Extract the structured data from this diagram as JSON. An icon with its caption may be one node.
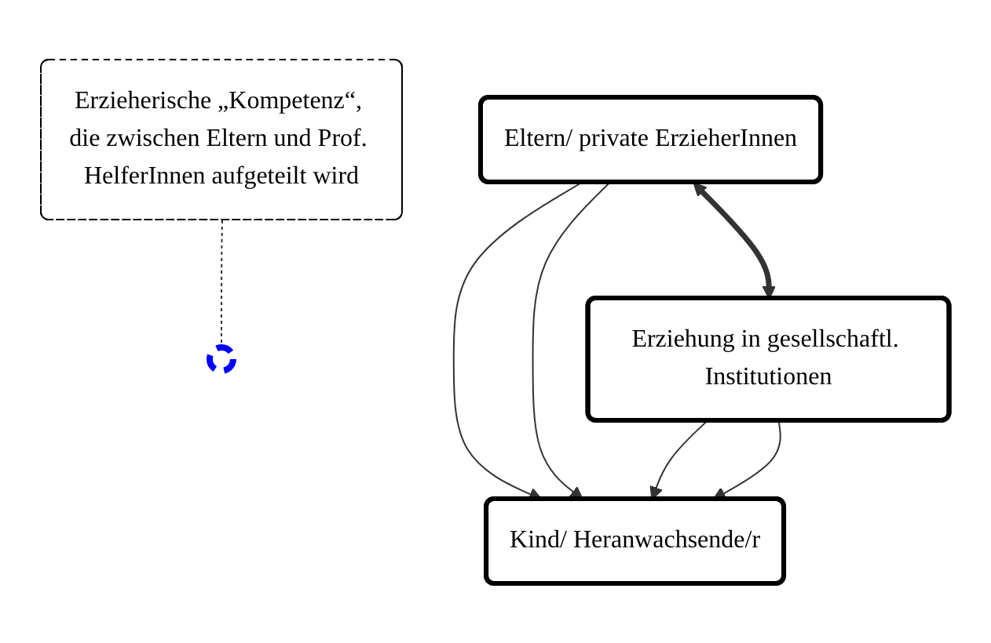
{
  "diagram": {
    "nodes": [
      {
        "text": [
          "Erzieherische „Kompetenz“, die zwischen Eltern und Prof. HelferInnen aufgeteilt wird"
        ]
      },
      {
        "text": [],
        "shape": "ellipse"
      },
      {
        "text": [
          "Eltern/ private ErzieherInnen"
        ]
      },
      {
        "text": [
          "Erziehung in gesellschaftl. Institutionen"
        ]
      },
      {
        "text": [
          "Kind/ Heranwachsende/r"
        ]
      }
    ],
    "edges": [
      {
        "from": 0,
        "to": 1,
        "arrow": "none",
        "style": "dashed"
      },
      {
        "from": 2,
        "to": 3,
        "arrow": "both",
        "style": "thick"
      },
      {
        "from": 2,
        "to": 4,
        "arrow": "to"
      },
      {
        "from": 2,
        "to": 4,
        "arrow": "to"
      },
      {
        "from": 3,
        "to": 4,
        "arrow": "to"
      },
      {
        "from": 3,
        "to": 4,
        "arrow": "to"
      }
    ]
  }
}
